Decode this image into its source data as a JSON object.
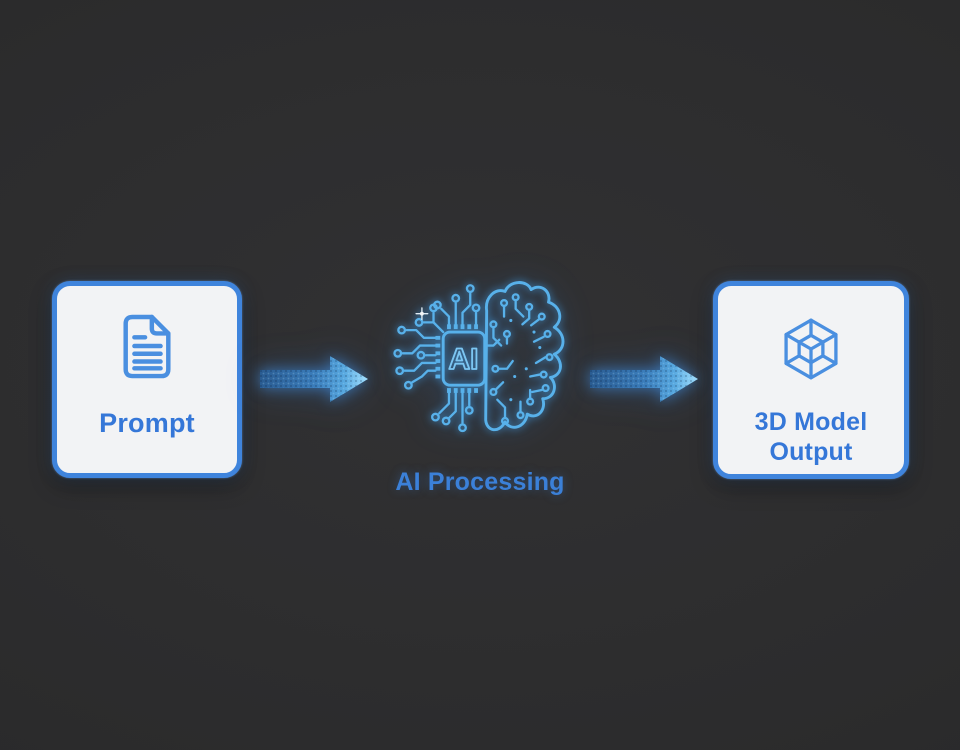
{
  "colors": {
    "background": "#2c2c2d",
    "card_background": "#f2f3f5",
    "card_border": "#3f84dc",
    "label_text": "#3577d8",
    "circuit_glow": "#58b1ea",
    "arrow_dark": "#2a5c92",
    "arrow_bright": "#a2e0ff"
  },
  "nodes": [
    {
      "id": "prompt",
      "label": "Prompt",
      "icon": "document-icon"
    },
    {
      "id": "ai-processing",
      "label": "AI Processing",
      "icon": "ai-brain-chip-icon",
      "chip_text": "AI"
    },
    {
      "id": "3d-model-output",
      "label_lines": [
        "3D Model",
        "Output"
      ],
      "icon": "cube-wireframe-icon"
    }
  ],
  "arrows": [
    {
      "id": "prompt-to-processing",
      "icon": "arrow-right-icon"
    },
    {
      "id": "processing-to-output",
      "icon": "arrow-right-icon"
    }
  ]
}
